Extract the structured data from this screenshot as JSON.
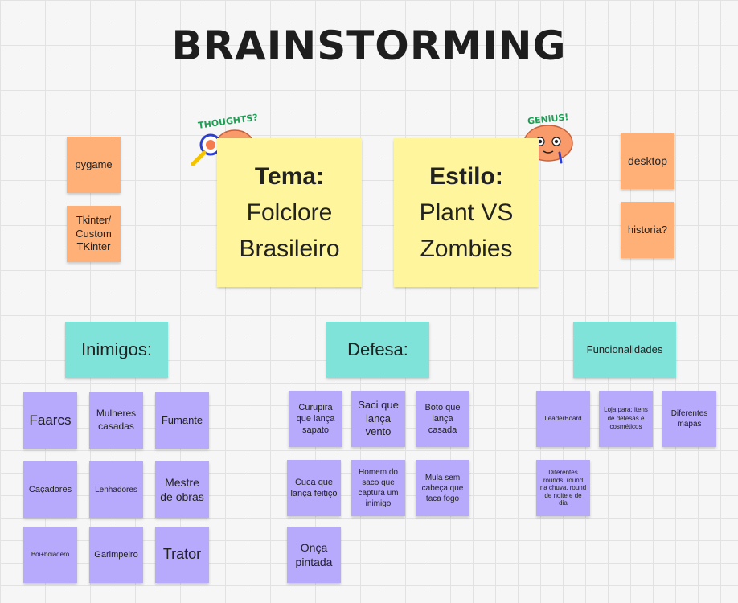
{
  "title": "BRAINSTORMING",
  "stickers": {
    "thoughts": "THOUGHTS?",
    "genius": "GENiUS!"
  },
  "main_notes": {
    "tema": {
      "label": "Tema:",
      "line1": "Folclore",
      "line2": "Brasileiro"
    },
    "estilo": {
      "label": "Estilo:",
      "line1": "Plant VS",
      "line2": "Zombies"
    }
  },
  "tech_notes": [
    "pygame",
    "Tkinter/ Custom TKinter"
  ],
  "platform_notes": [
    "desktop",
    "historia?"
  ],
  "categories": {
    "inimigos": "Inimigos:",
    "defesa": "Defesa:",
    "funcionalidades": "Funcionalidades"
  },
  "inimigos": [
    "Faarcs",
    "Mulheres casadas",
    "Fumante",
    "Caçadores",
    "Lenhadores",
    "Mestre de obras",
    "Boi+boiadero",
    "Garimpeiro",
    "Trator"
  ],
  "defesa": [
    "Curupira que lança sapato",
    "Saci que lança vento",
    "Boto que lança casada",
    "Cuca que lança feitiço",
    "Homem do saco que captura um inimigo",
    "Mula sem cabeça que taca fogo",
    "Onça pintada"
  ],
  "funcionalidades": [
    "LeaderBoard",
    "Loja para: itens de defesas e cosméticos",
    "Diferentes mapas",
    "Diferentes rounds: round na chuva, round de noite e de dia"
  ],
  "colors": {
    "orange": "#ffb077",
    "yellow": "#fff59c",
    "teal": "#7fe3d9",
    "purple": "#b7a9fb"
  }
}
